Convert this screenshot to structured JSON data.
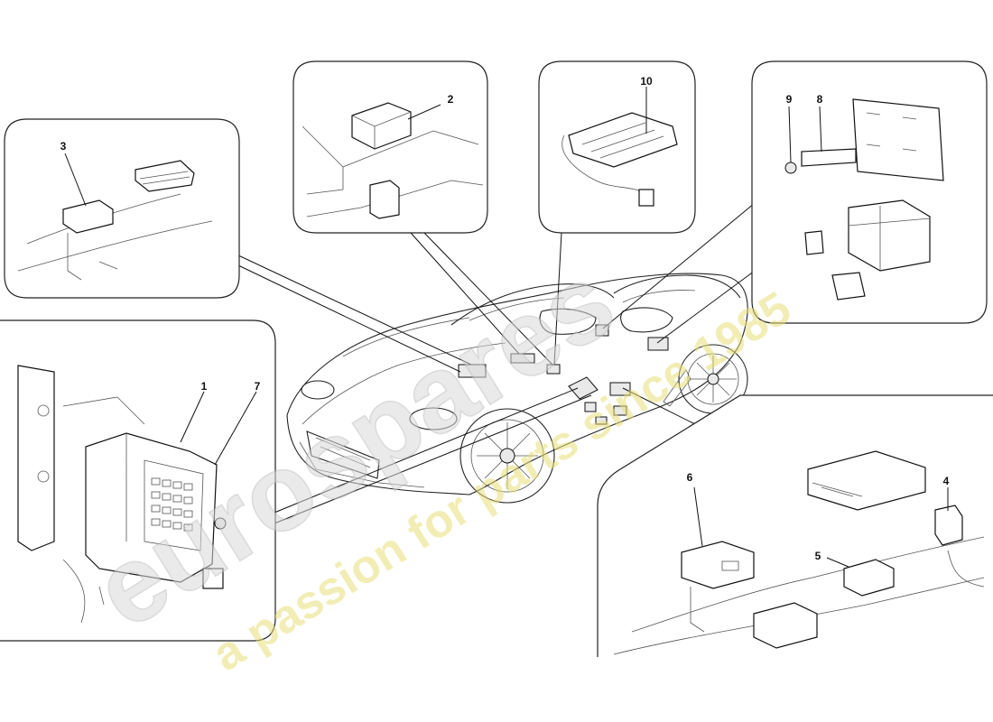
{
  "diagram": {
    "callouts": [
      "1",
      "2",
      "3",
      "4",
      "5",
      "6",
      "7",
      "8",
      "9",
      "10"
    ]
  },
  "watermark": {
    "brand": "eurospares",
    "tagline": "a passion for parts since 1985",
    "tagline_color": "#e8e07a",
    "brand_color": "#d9d9d9"
  }
}
